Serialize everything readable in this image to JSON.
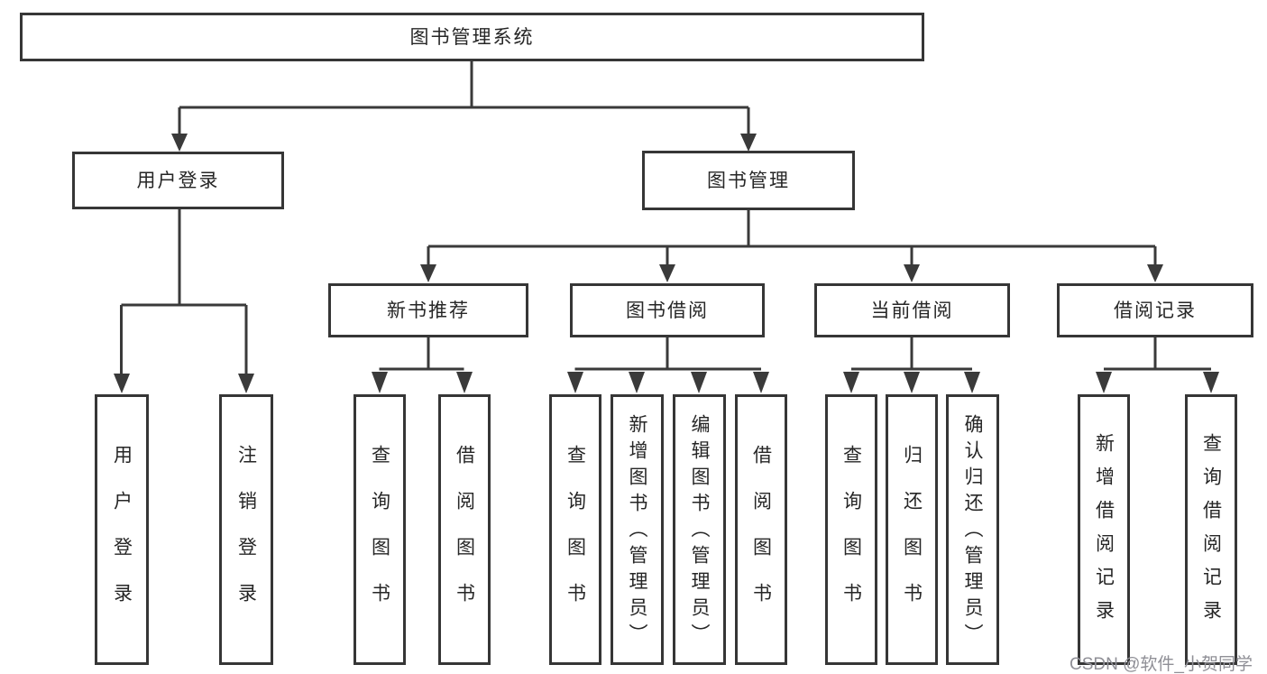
{
  "diagram": {
    "root": {
      "label": "图书管理系统"
    },
    "login": {
      "label": "用户登录",
      "children": [
        {
          "label": "用户登录"
        },
        {
          "label": "注销登录"
        }
      ]
    },
    "management": {
      "label": "图书管理",
      "children": [
        {
          "label": "新书推荐",
          "children": [
            {
              "label": "查询图书"
            },
            {
              "label": "借阅图书"
            }
          ]
        },
        {
          "label": "图书借阅",
          "children": [
            {
              "label": "查询图书"
            },
            {
              "label": "新增图书（管理员）"
            },
            {
              "label": "编辑图书（管理员）"
            },
            {
              "label": "借阅图书"
            }
          ]
        },
        {
          "label": "当前借阅",
          "children": [
            {
              "label": "查询图书"
            },
            {
              "label": "归还图书"
            },
            {
              "label": "确认归还（管理员）"
            }
          ]
        },
        {
          "label": "借阅记录",
          "children": [
            {
              "label": "新增借阅记录"
            },
            {
              "label": "查询借阅记录"
            }
          ]
        }
      ]
    }
  },
  "watermark": {
    "text": "CSDN @软件_小贺同学"
  },
  "colors": {
    "background": "#ffffff",
    "box_border": "#363636",
    "line": "#3a3a3a",
    "text": "#262626",
    "watermark": "#8f8f96"
  }
}
